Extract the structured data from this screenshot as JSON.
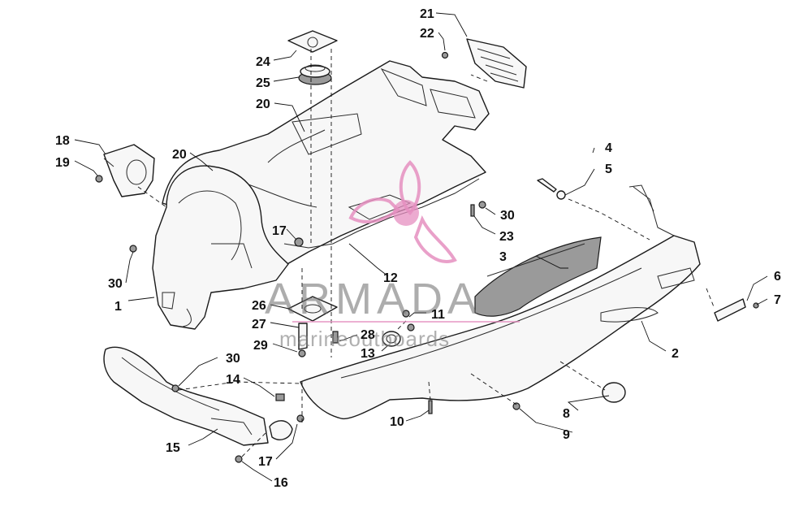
{
  "diagram": {
    "callouts": {
      "c1": "1",
      "c2": "2",
      "c3": "3",
      "c4": "4",
      "c5": "5",
      "c6": "6",
      "c7": "7",
      "c8": "8",
      "c9": "9",
      "c10": "10",
      "c11": "11",
      "c12": "12",
      "c13": "13",
      "c14": "14",
      "c15": "15",
      "c16": "16",
      "c17a": "17",
      "c17b": "17",
      "c18": "18",
      "c19": "19",
      "c20a": "20",
      "c20b": "20",
      "c21": "21",
      "c22": "22",
      "c23": "23",
      "c24": "24",
      "c25": "25",
      "c26": "26",
      "c27": "27",
      "c28": "28",
      "c29": "29",
      "c30a": "30",
      "c30b": "30",
      "c30c": "30"
    }
  },
  "watermark": {
    "brand": "ARMADA",
    "tagline": "marineoutboards",
    "accent_color": "#e58fc0",
    "text_color": "#6b6b6b"
  }
}
